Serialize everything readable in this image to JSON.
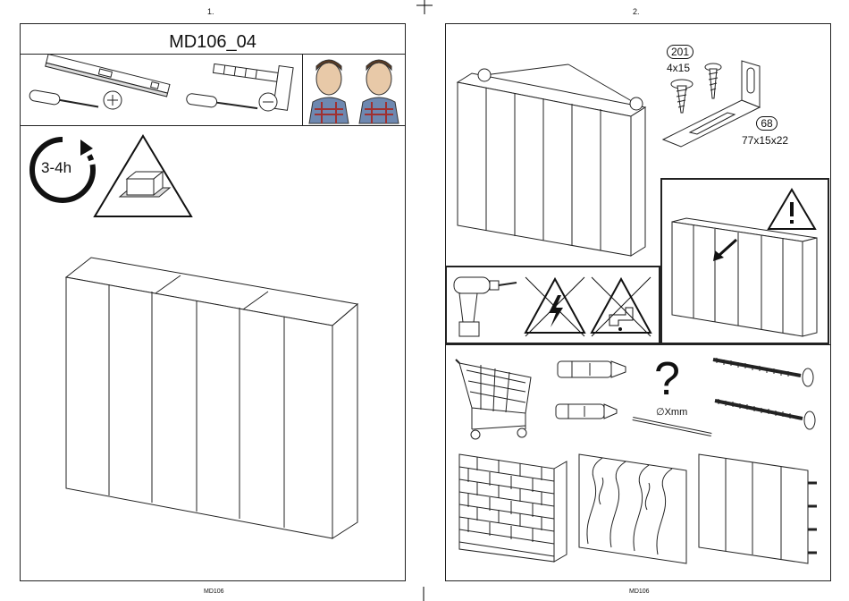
{
  "pages": [
    {
      "number": "1.",
      "title": "MD106_04",
      "time_estimate": "3-4h",
      "footer": "MD106",
      "tools": [
        "level-icon",
        "phillips-screwdriver-icon",
        "hammer-icon",
        "flat-screwdriver-icon"
      ],
      "people": 2
    },
    {
      "number": "2.",
      "footer": "MD106",
      "parts": [
        {
          "id": "201",
          "size": "4x15"
        },
        {
          "id": "68",
          "size": "77x15x22"
        }
      ],
      "drill_label": "∅Xmm",
      "question_mark": "?"
    }
  ]
}
